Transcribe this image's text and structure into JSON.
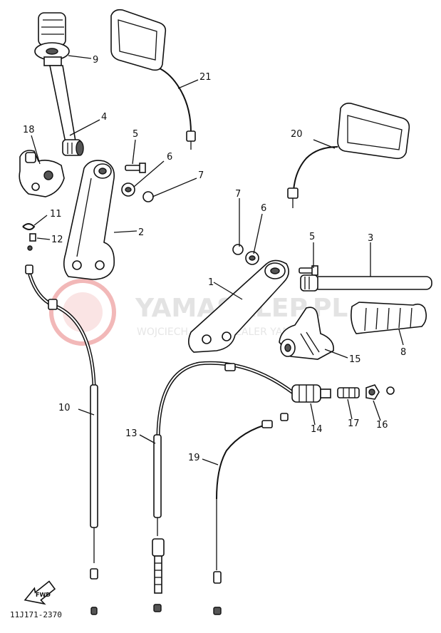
{
  "watermark": {
    "brand": "YAMASKLEP.PL",
    "tagline": "WOJCIECH ... CZ | DEALER YAMAHA",
    "logo_color": "#f2b8b8"
  },
  "diagram_code": "11J171-2370",
  "fwd_label": "FWD",
  "callouts": [
    {
      "id": "c1",
      "text": "1"
    },
    {
      "id": "c2",
      "text": "2"
    },
    {
      "id": "c3",
      "text": "3"
    },
    {
      "id": "c4",
      "text": "4"
    },
    {
      "id": "c5a",
      "text": "5"
    },
    {
      "id": "c5b",
      "text": "5"
    },
    {
      "id": "c6a",
      "text": "6"
    },
    {
      "id": "c6b",
      "text": "6"
    },
    {
      "id": "c7a",
      "text": "7"
    },
    {
      "id": "c7b",
      "text": "7"
    },
    {
      "id": "c8",
      "text": "8"
    },
    {
      "id": "c9",
      "text": "9"
    },
    {
      "id": "c10",
      "text": "10"
    },
    {
      "id": "c11",
      "text": "11"
    },
    {
      "id": "c12",
      "text": "12"
    },
    {
      "id": "c13",
      "text": "13"
    },
    {
      "id": "c14",
      "text": "14"
    },
    {
      "id": "c15",
      "text": "15"
    },
    {
      "id": "c16",
      "text": "16"
    },
    {
      "id": "c17",
      "text": "17"
    },
    {
      "id": "c18",
      "text": "18"
    },
    {
      "id": "c19",
      "text": "19"
    },
    {
      "id": "c20",
      "text": "20"
    },
    {
      "id": "c21",
      "text": "21"
    }
  ]
}
